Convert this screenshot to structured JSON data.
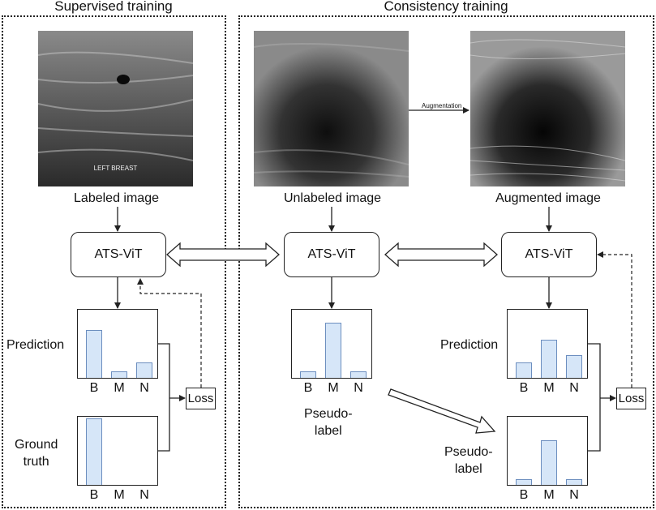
{
  "sections": {
    "supervised_title": "Supervised training",
    "consistency_title": "Consistency training"
  },
  "images": {
    "labeled_caption": "Labeled image",
    "unlabeled_caption": "Unlabeled image",
    "augmented_caption": "Augmented image",
    "labeled_overlay_text": "LEFT BREAST"
  },
  "augmentation_label": "Augmentation",
  "model_name": "ATS-ViT",
  "classes": [
    "B",
    "M",
    "N"
  ],
  "labels": {
    "prediction": "Prediction",
    "ground_truth_line1": "Ground",
    "ground_truth_line2": "truth",
    "pseudo_line1": "Pseudo-",
    "pseudo_line2": "label",
    "loss": "Loss"
  },
  "chart_data": [
    {
      "type": "bar",
      "categories": [
        "B",
        "M",
        "N"
      ],
      "values": [
        0.72,
        0.1,
        0.23
      ],
      "ylabel": "Prediction"
    },
    {
      "type": "bar",
      "categories": [
        "B",
        "M",
        "N"
      ],
      "values": [
        1.0,
        0,
        0
      ],
      "ylabel": "Ground truth"
    },
    {
      "type": "bar",
      "categories": [
        "B",
        "M",
        "N"
      ],
      "values": [
        0.1,
        0.83,
        0.1
      ],
      "ylabel": "Pseudo-label"
    },
    {
      "type": "bar",
      "categories": [
        "B",
        "M",
        "N"
      ],
      "values": [
        0.23,
        0.57,
        0.34
      ],
      "ylabel": "Prediction"
    },
    {
      "type": "bar",
      "categories": [
        "B",
        "M",
        "N"
      ],
      "values": [
        0.09,
        0.67,
        0.09
      ],
      "ylabel": "Pseudo-label"
    }
  ],
  "colors": {
    "bar_fill": "#d6e6f8",
    "bar_stroke": "#6c8ebf",
    "line": "#222222"
  }
}
